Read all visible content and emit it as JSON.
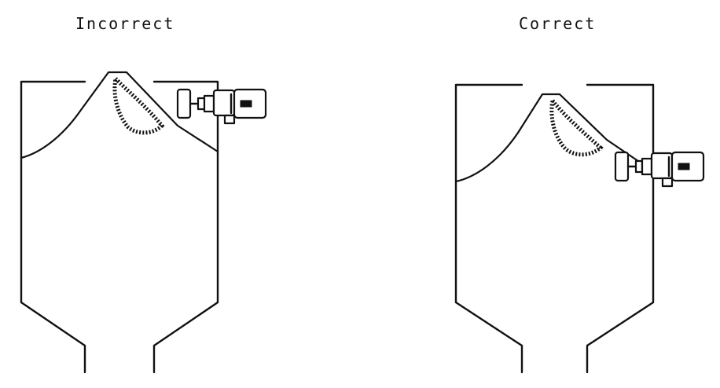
{
  "labels": {
    "incorrect": "Incorrect",
    "correct": "Correct"
  },
  "colors": {
    "ink": "#111111",
    "background": "#ffffff"
  },
  "panels": [
    {
      "id": "incorrect",
      "sensor_position": "top-right",
      "status": "incorrect"
    },
    {
      "id": "correct",
      "sensor_position": "right-side",
      "status": "correct"
    }
  ]
}
